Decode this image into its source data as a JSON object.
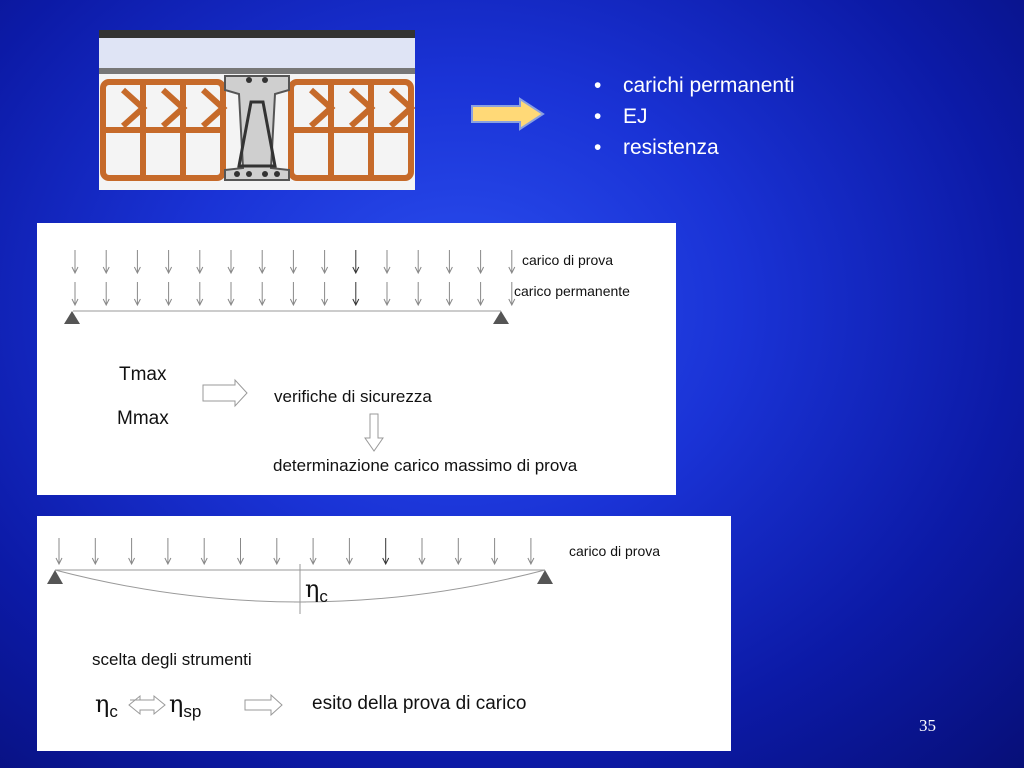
{
  "bullets": [
    "carichi permanenti",
    "EJ",
    "resistenza"
  ],
  "panel1": {
    "label_test_load": "carico di prova",
    "label_permanent_load": "carico permanente",
    "tmax": "Tmax",
    "mmax": "Mmax",
    "safety_checks": "verifiche di sicurezza",
    "max_test_load": "determinazione carico massimo di prova"
  },
  "panel2": {
    "label_test_load": "carico di prova",
    "eta_symbol": "η",
    "eta_c_sub": "c",
    "eta_sp_sub": "sp",
    "instrument_choice": "scelta degli strumenti",
    "test_outcome": "esito della prova di carico"
  },
  "page_number": "35",
  "colors": {
    "background": "#1a33d6",
    "arrow_fill": "#ffd977",
    "arrow_stroke": "#8aa0e0",
    "brick": "#c66a2a",
    "concrete": "#c9c9c9",
    "support": "#555555"
  }
}
